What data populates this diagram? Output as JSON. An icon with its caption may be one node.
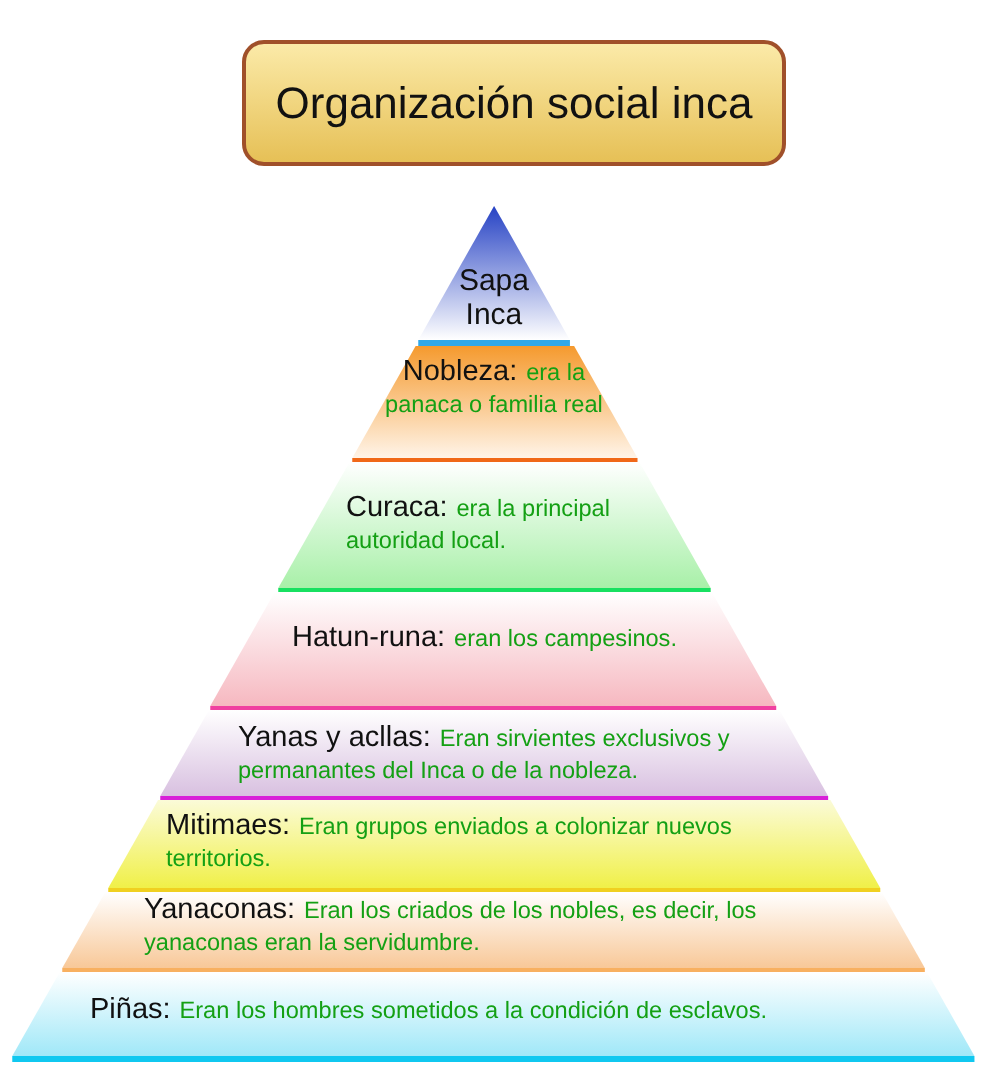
{
  "diagram": {
    "title": "Organización social inca",
    "nodes": [
      {
        "text": [
          "Sapa Inca"
        ]
      },
      {
        "text": [
          "Nobleza:",
          "era la panaca o familia real"
        ]
      },
      {
        "text": [
          "Curaca:",
          "era la principal autoridad local."
        ]
      },
      {
        "text": [
          "Hatun-runa:",
          "eran los campesinos."
        ]
      },
      {
        "text": [
          "Yanas y acllas:",
          "Eran sirvientes exclusivos y permanantes del Inca o de la nobleza."
        ]
      },
      {
        "text": [
          "Mitimaes:",
          "Eran grupos enviados a colonizar nuevos territorios."
        ]
      },
      {
        "text": [
          "Yanaconas:",
          "Eran los criados de los nobles, es decir, los yanaconas eran la servidumbre."
        ]
      },
      {
        "text": [
          "Piñas:",
          "Eran los hombres sometidos a la condición de esclavos."
        ]
      }
    ]
  }
}
